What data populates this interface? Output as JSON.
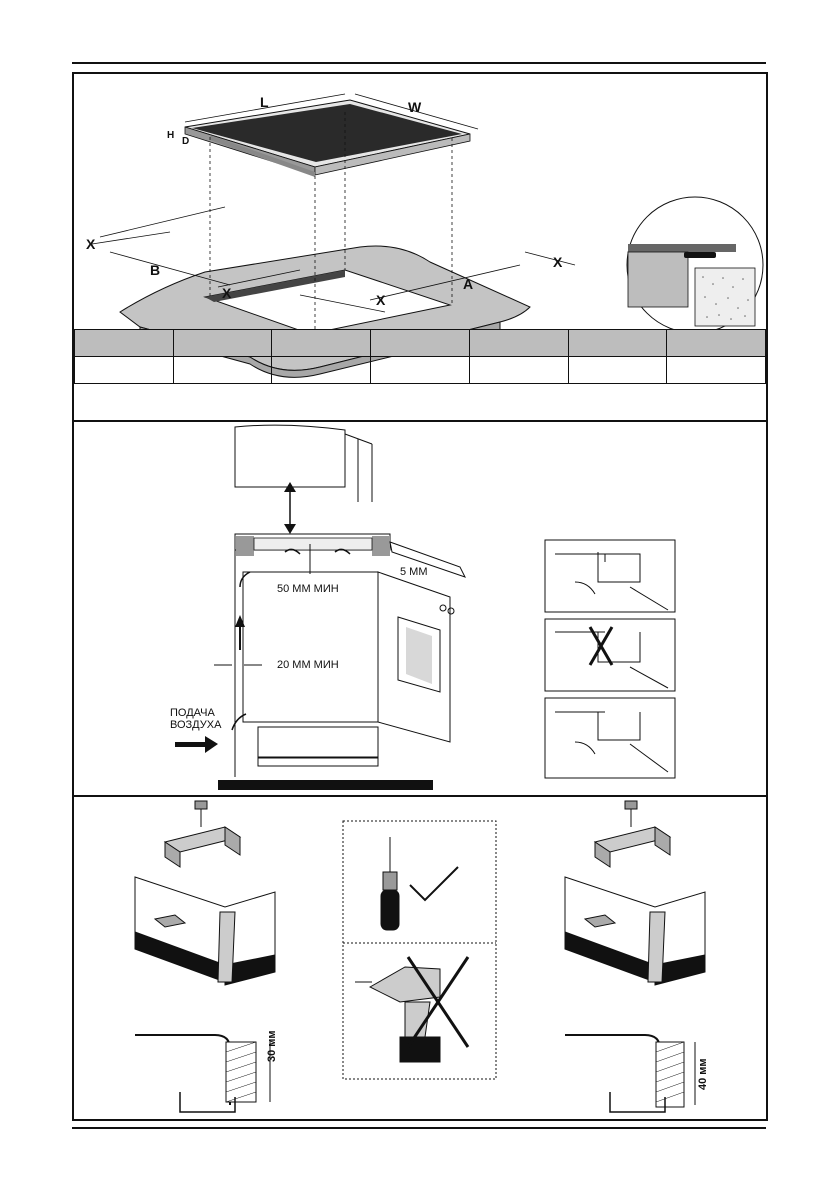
{
  "dimension_labels": {
    "L": "L",
    "W": "W",
    "H": "H",
    "D": "D",
    "X": "X",
    "B": "B",
    "A": "A"
  },
  "table": {
    "columns": 7,
    "header": [
      "",
      "",
      "",
      "",
      "",
      "",
      ""
    ],
    "row": [
      "",
      "",
      "",
      "",
      "",
      "",
      ""
    ]
  },
  "clearances": {
    "top_gap": "50 ММ МИН",
    "side_gap": "20 ММ МИН",
    "edge_gap": "5 ММ",
    "air_supply": [
      "ПОДАЧА",
      "ВОЗДУХА"
    ]
  },
  "worktop_thickness": {
    "left": "30 мм",
    "right": "40 мм"
  },
  "colors": {
    "ink": "#111111",
    "gray": "#bdbdbd",
    "hob": "#2a2a2a",
    "worktop": "#bfbfbf"
  }
}
